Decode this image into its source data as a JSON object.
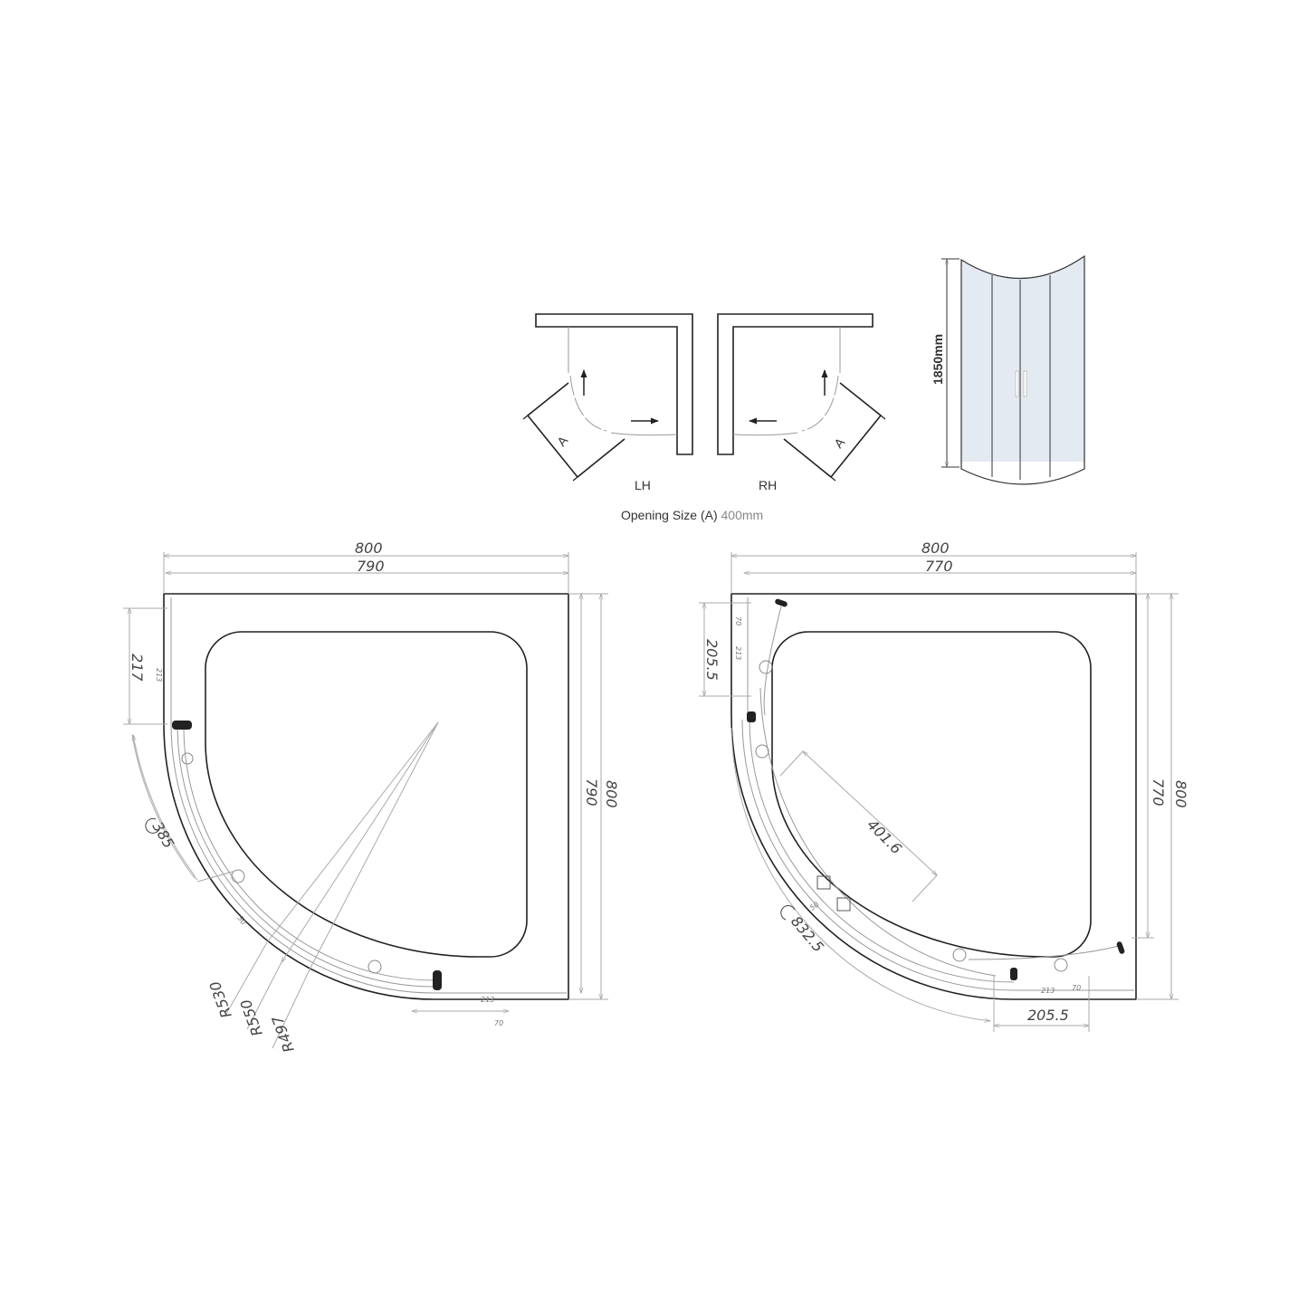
{
  "opening": {
    "lh_label": "LH",
    "rh_label": "RH",
    "a_label": "A",
    "caption_prefix": "Opening Size (A)",
    "caption_value": "400mm"
  },
  "elevation": {
    "height_label": "1850mm"
  },
  "plan_left": {
    "width_outer": "800",
    "width_inner": "790",
    "height_inner": "790",
    "height_outer": "800",
    "side_panel": "217",
    "arc_length": "385",
    "radius_1": "R530",
    "radius_2": "R550",
    "radius_3": "R497",
    "small_213_v": "213",
    "small_213_h": "213",
    "small_70": "70",
    "small_50": "50"
  },
  "plan_right": {
    "width_outer": "800",
    "width_inner": "770",
    "height_inner": "770",
    "height_outer": "800",
    "side_panel": "205.5",
    "bottom_panel": "205.5",
    "arc_length": "832.5",
    "opening": "401.6",
    "small_213_v": "213",
    "small_213_h": "213",
    "small_70_v": "70",
    "small_70_h": "70",
    "small_50": "50"
  },
  "colors": {
    "line": "#222222",
    "dimension": "#aaaaaa",
    "glass": "#e4eaf2"
  }
}
